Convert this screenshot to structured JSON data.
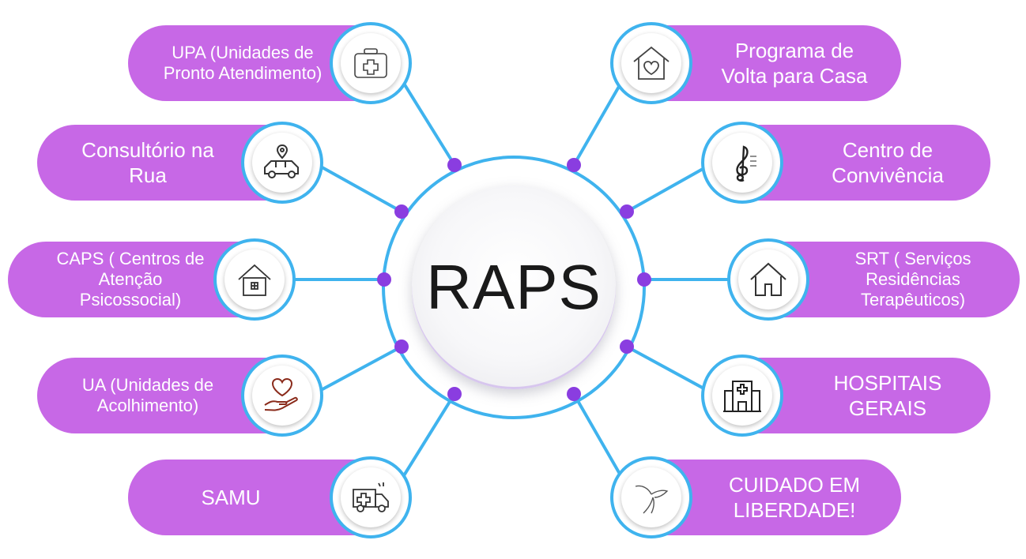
{
  "center": {
    "label": "RAPS"
  },
  "colors": {
    "accent_purple": "#c768e6",
    "connector_blue": "#3fb3ee",
    "dot_purple": "#8a3de0"
  },
  "left_nodes": [
    {
      "label": "UPA (Unidades de\nPronto Atendimento)",
      "icon": "first-aid-kit-icon"
    },
    {
      "label": "Consultório na\nRua",
      "icon": "van-location-icon"
    },
    {
      "label": "CAPS ( Centros de\nAtenção\nPsicossocial)",
      "icon": "house-icon"
    },
    {
      "label": "UA (Unidades de\nAcolhimento)",
      "icon": "heart-hand-icon"
    },
    {
      "label": "SAMU",
      "icon": "ambulance-icon"
    }
  ],
  "right_nodes": [
    {
      "label": "Programa de\nVolta para Casa",
      "icon": "heart-house-icon"
    },
    {
      "label": "Centro de\nConvivência",
      "icon": "music-note-icon"
    },
    {
      "label": "SRT ( Serviços\nResidências\nTerapêuticos)",
      "icon": "home-outline-icon"
    },
    {
      "label": "HOSPITAIS\nGERAIS",
      "icon": "hospital-icon"
    },
    {
      "label": "CUIDADO EM\nLIBERDADE!",
      "icon": "hummingbird-icon"
    }
  ]
}
